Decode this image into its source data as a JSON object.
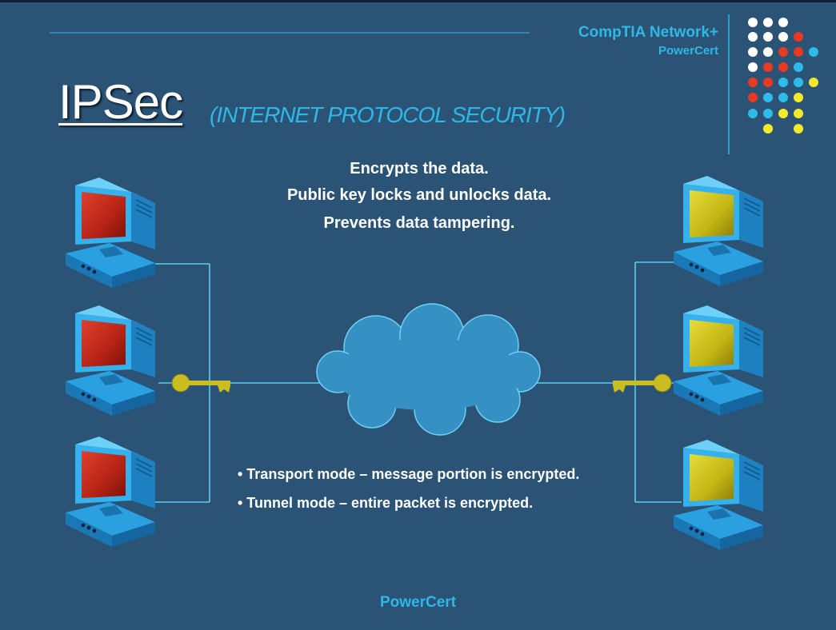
{
  "header": {
    "brand_line1": "CompTIA Network+",
    "brand_line2": "PowerCert"
  },
  "title": "IPSec",
  "subtitle": "(INTERNET PROTOCOL SECURITY)",
  "description": [
    "Encrypts the data.",
    "Public key locks and unlocks data.",
    "Prevents data tampering."
  ],
  "bullets": [
    "• Transport mode – message portion is encrypted.",
    "• Tunnel mode – entire packet is encrypted."
  ],
  "footer": "PowerCert",
  "colors": {
    "background": "#2b5376",
    "accent": "#2fb8e6",
    "left_screen": "#c0281a",
    "right_screen": "#c8be18",
    "key": "#c9bd22",
    "cloud": "#3590c4"
  },
  "icons": [
    "computer-icon",
    "cloud-icon",
    "key-icon",
    "decorative-dot-grid"
  ]
}
